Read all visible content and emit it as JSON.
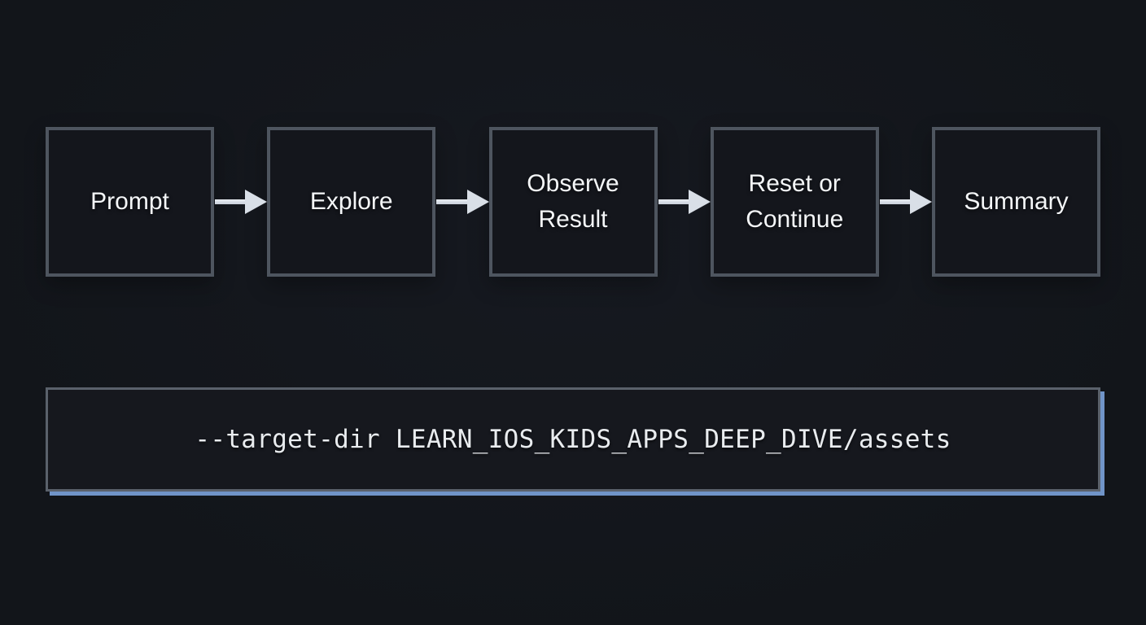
{
  "flow": {
    "steps": [
      {
        "label": "Prompt"
      },
      {
        "label": "Explore"
      },
      {
        "label": "Observe Result"
      },
      {
        "label": "Reset or Continue"
      },
      {
        "label": "Summary"
      }
    ]
  },
  "command": {
    "text": "--target-dir LEARN_IOS_KIDS_APPS_DEEP_DIVE/assets"
  },
  "colors": {
    "background": "#13161b",
    "box_border": "#4e555f",
    "box_fill": "#14161c",
    "box_text": "#f4f6f8",
    "arrow": "#d9dfe7",
    "command_border": "#5a616b",
    "command_fill": "#16181e",
    "command_accent": "#7094c8",
    "command_text": "#e9ecef"
  },
  "icons": {
    "arrow_right": "arrow-right-icon"
  }
}
